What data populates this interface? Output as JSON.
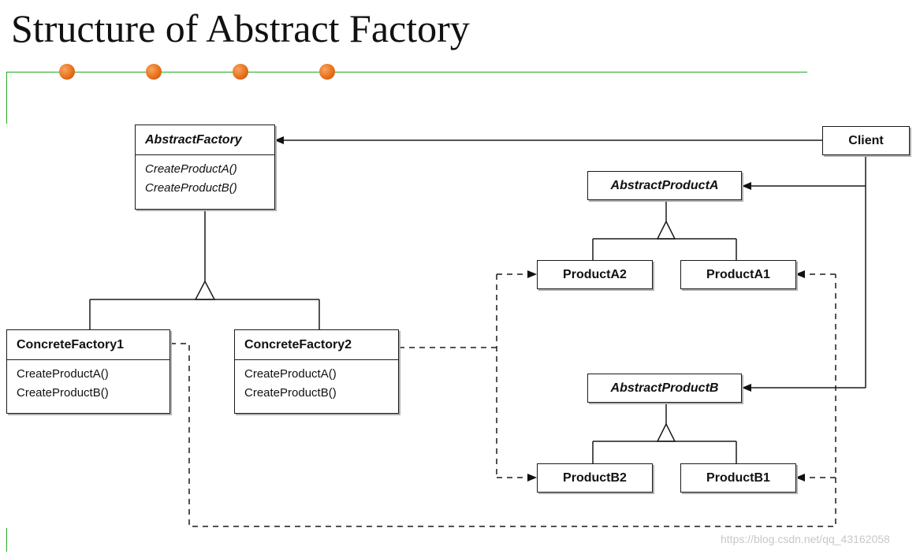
{
  "title": "Structure of Abstract Factory",
  "accent_line_color": "#22aa22",
  "dot_color": "#e8711c",
  "classes": {
    "abstract_factory": {
      "name": "AbstractFactory",
      "operations": [
        "CreateProductA()",
        "CreateProductB()"
      ]
    },
    "client": {
      "name": "Client"
    },
    "abstract_product_a": {
      "name": "AbstractProductA"
    },
    "product_a2": {
      "name": "ProductA2"
    },
    "product_a1": {
      "name": "ProductA1"
    },
    "concrete_factory_1": {
      "name": "ConcreteFactory1",
      "operations": [
        "CreateProductA()",
        "CreateProductB()"
      ]
    },
    "concrete_factory_2": {
      "name": "ConcreteFactory2",
      "operations": [
        "CreateProductA()",
        "CreateProductB()"
      ]
    },
    "abstract_product_b": {
      "name": "AbstractProductB"
    },
    "product_b2": {
      "name": "ProductB2"
    },
    "product_b1": {
      "name": "ProductB1"
    }
  },
  "watermark": "https://blog.csdn.net/qq_43162058"
}
